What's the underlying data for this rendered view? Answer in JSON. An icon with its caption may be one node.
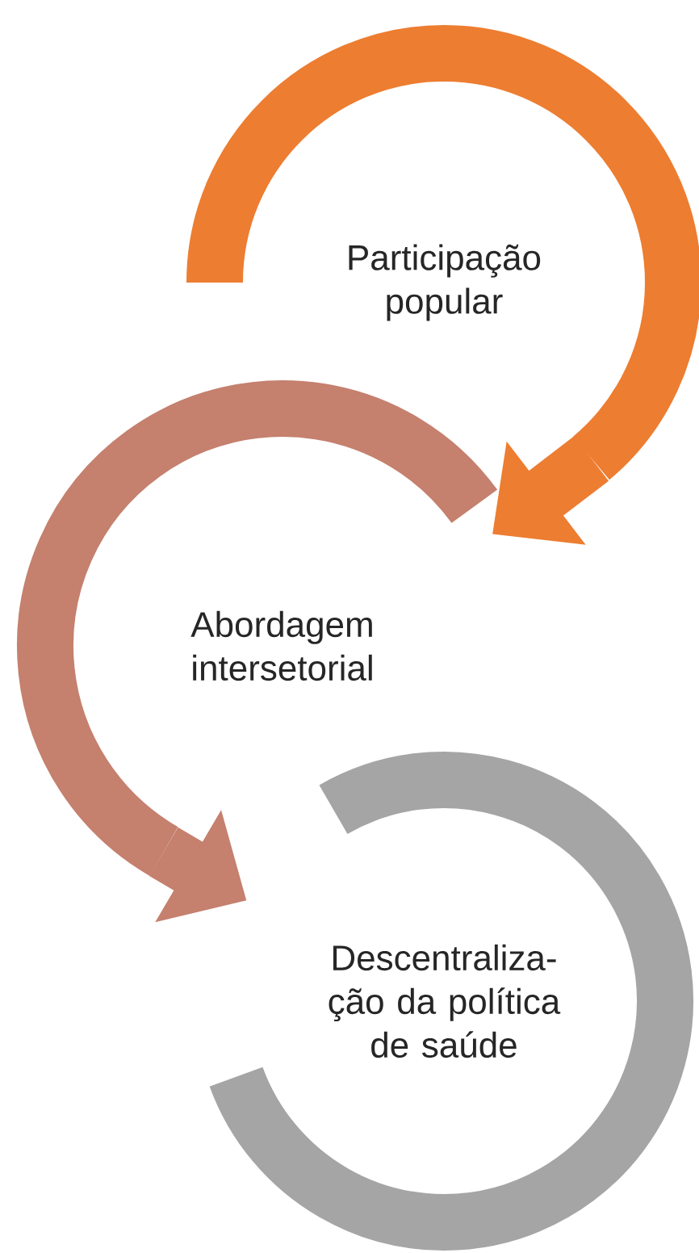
{
  "diagram": {
    "nodes": [
      {
        "text": [
          "Participação popular"
        ]
      },
      {
        "text": [
          "Abordagem intersetorial"
        ]
      },
      {
        "text": [
          "Descentraliza-ção da política de saúde"
        ]
      }
    ],
    "edges": [
      {
        "from": 0,
        "to": 1,
        "arrow": "to",
        "color": "#ed7d31"
      },
      {
        "from": 1,
        "to": 2,
        "arrow": "to",
        "color": "#c5806e"
      }
    ]
  }
}
